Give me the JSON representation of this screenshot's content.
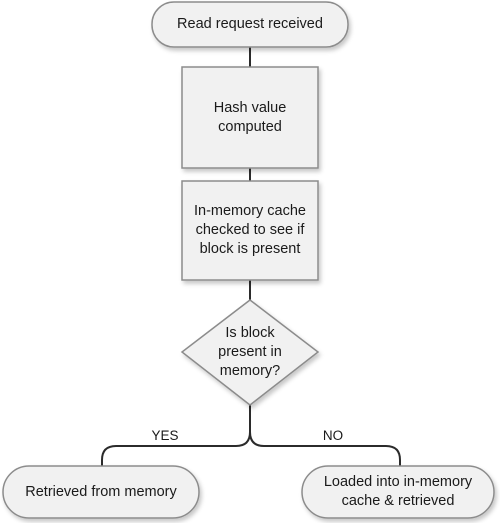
{
  "flowchart": {
    "start": {
      "label": "Read request received"
    },
    "hash": {
      "label": "Hash value\ncomputed"
    },
    "check": {
      "label": "In-memory cache\nchecked to see if\nblock is present"
    },
    "decision": {
      "label": "Is block\npresent in\nmemory?"
    },
    "yes_branch": {
      "edge_label": "YES",
      "label": "Retrieved from memory"
    },
    "no_branch": {
      "edge_label": "NO",
      "label": "Loaded into in-memory\ncache & retrieved"
    }
  },
  "colors": {
    "shape_fill": "#f1f1f1",
    "shape_stroke": "#8c8c8c",
    "connector": "#2b2b2b",
    "text": "#1a1a1a"
  }
}
